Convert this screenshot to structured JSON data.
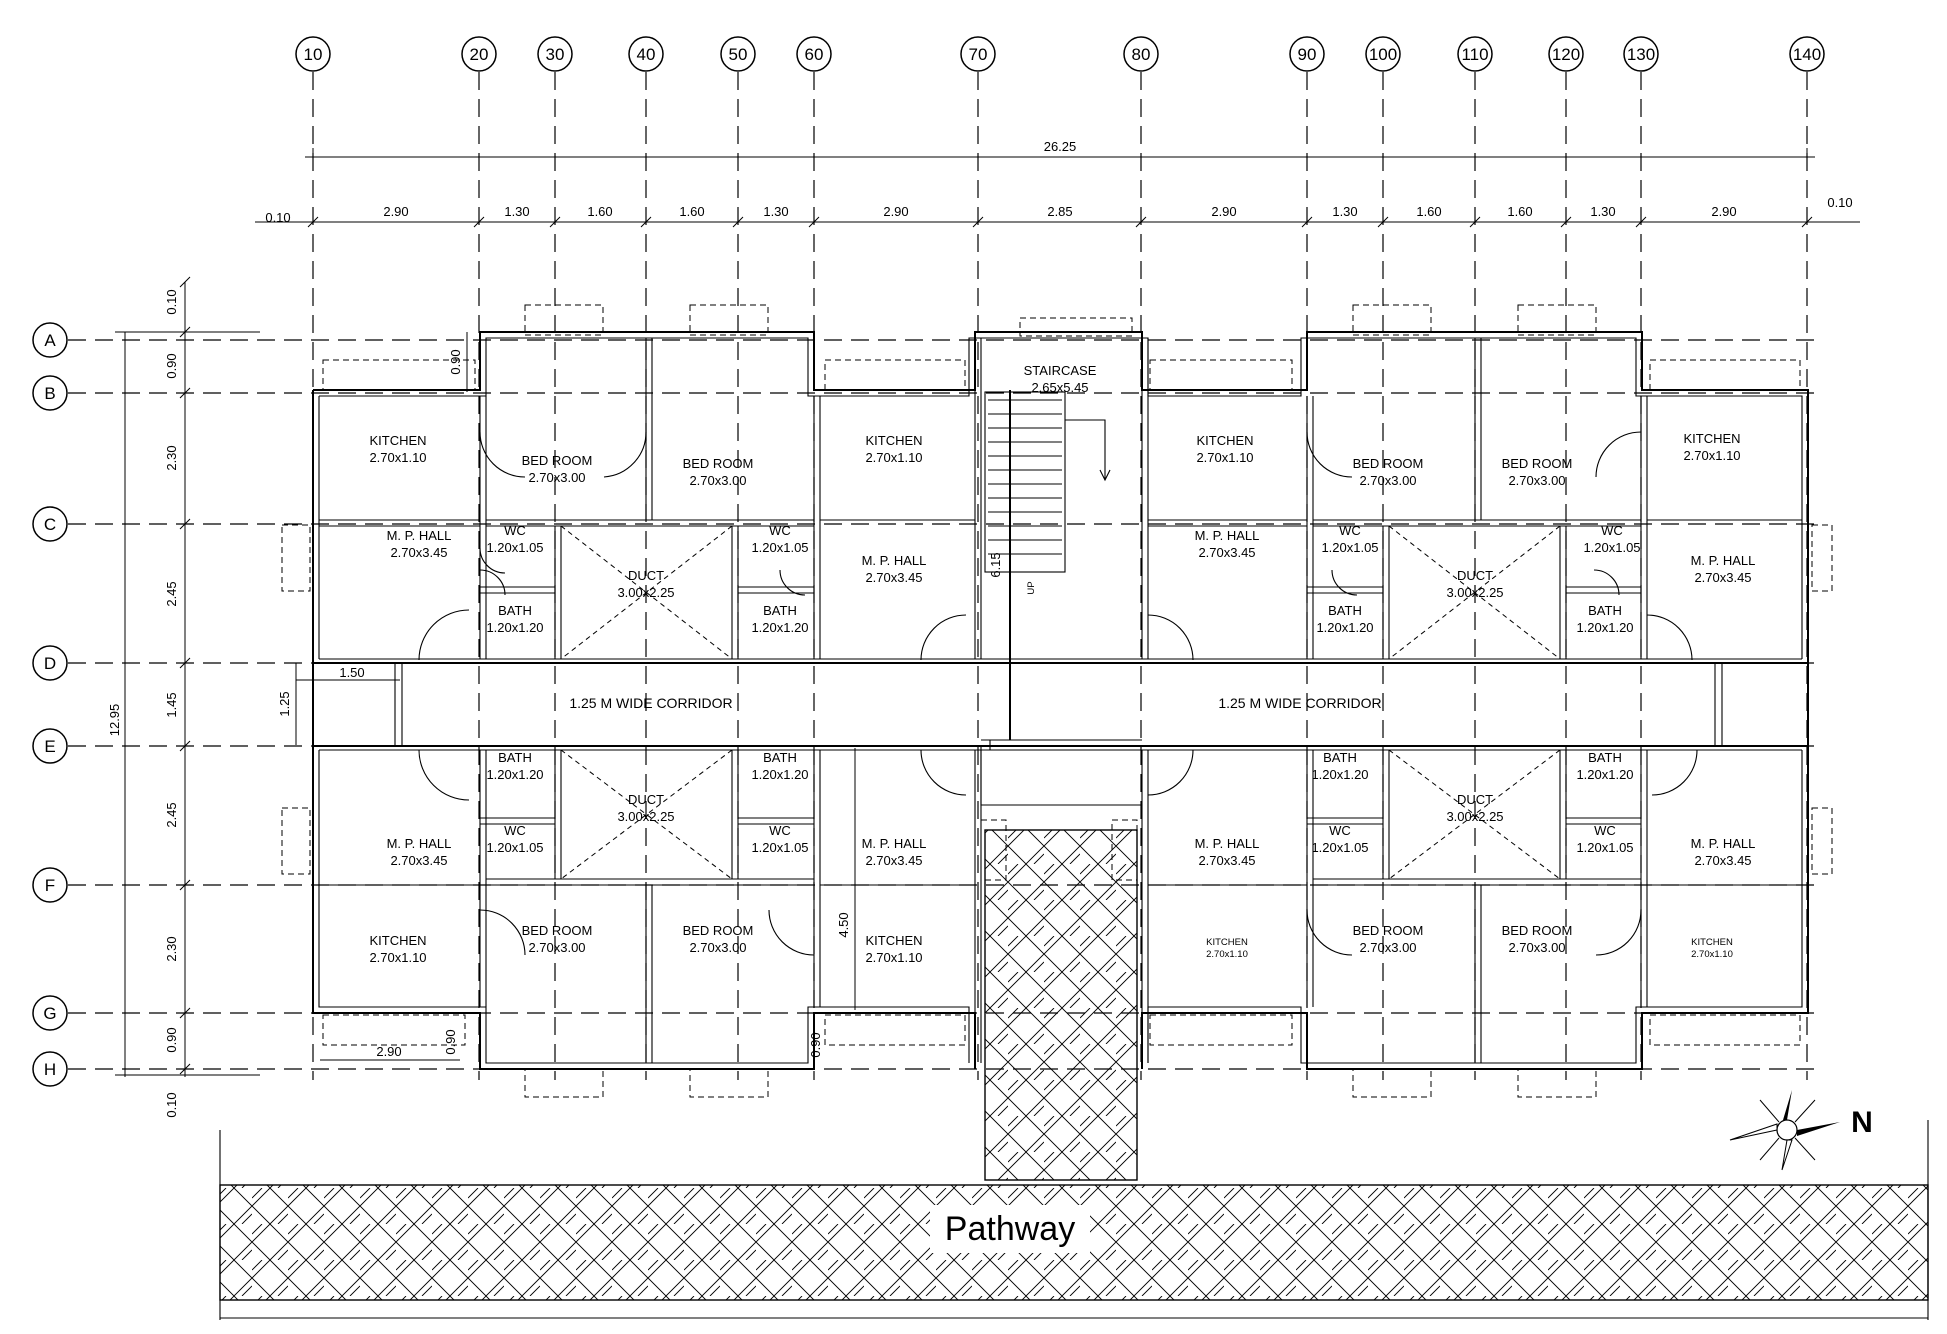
{
  "grid": {
    "columns": [
      "10",
      "20",
      "30",
      "40",
      "50",
      "60",
      "70",
      "80",
      "90",
      "100",
      "110",
      "120",
      "130",
      "140"
    ],
    "rows": [
      "A",
      "B",
      "C",
      "D",
      "E",
      "F",
      "G",
      "H"
    ]
  },
  "dimensions": {
    "overall_width": "26.25",
    "edge_left": "0.10",
    "edge_right": "0.10",
    "top_segments": [
      "2.90",
      "1.30",
      "1.60",
      "1.60",
      "1.30",
      "2.90",
      "2.85",
      "2.90",
      "1.30",
      "1.60",
      "1.60",
      "1.30",
      "2.90"
    ],
    "overall_height": "12.95",
    "left_segments": [
      "0.10",
      "0.90",
      "2.30",
      "2.45",
      "1.45",
      "2.45",
      "2.30",
      "0.90",
      "0.10"
    ],
    "misc": [
      "0.90",
      "1.50",
      "1.25",
      "2.90",
      "0.90",
      "0.90",
      "6.15",
      "4.50"
    ]
  },
  "rooms": [
    {
      "name": "KITCHEN",
      "size": "2.70x1.10"
    },
    {
      "name": "BED ROOM",
      "size": "2.70x3.00"
    },
    {
      "name": "BED ROOM",
      "size": "2.70x3.00"
    },
    {
      "name": "KITCHEN",
      "size": "2.70x1.10"
    },
    {
      "name": "STAIRCASE",
      "size": "2.65x5.45"
    },
    {
      "name": "KITCHEN",
      "size": "2.70x1.10"
    },
    {
      "name": "BED ROOM",
      "size": "2.70x3.00"
    },
    {
      "name": "BED ROOM",
      "size": "2.70x3.00"
    },
    {
      "name": "KITCHEN",
      "size": "2.70x1.10"
    },
    {
      "name": "M. P. HALL",
      "size": "2.70x3.45"
    },
    {
      "name": "WC",
      "size": "1.20x1.05"
    },
    {
      "name": "DUCT",
      "size": "3.00x2.25"
    },
    {
      "name": "WC",
      "size": "1.20x1.05"
    },
    {
      "name": "M. P. HALL",
      "size": "2.70x3.45"
    },
    {
      "name": "M. P. HALL",
      "size": "2.70x3.45"
    },
    {
      "name": "WC",
      "size": "1.20x1.05"
    },
    {
      "name": "DUCT",
      "size": "3.00x2.25"
    },
    {
      "name": "WC",
      "size": "1.20x1.05"
    },
    {
      "name": "M. P. HALL",
      "size": "2.70x3.45"
    },
    {
      "name": "BATH",
      "size": "1.20x1.20"
    },
    {
      "name": "BATH",
      "size": "1.20x1.20"
    },
    {
      "name": "BATH",
      "size": "1.20x1.20"
    },
    {
      "name": "BATH",
      "size": "1.20x1.20"
    },
    {
      "name": "BATH",
      "size": "1.20x1.20"
    },
    {
      "name": "BATH",
      "size": "1.20x1.20"
    },
    {
      "name": "BATH",
      "size": "1.20x1.20"
    },
    {
      "name": "BATH",
      "size": "1.20x1.20"
    },
    {
      "name": "DUCT",
      "size": "3.00x2.25"
    },
    {
      "name": "DUCT",
      "size": "3.00x2.25"
    },
    {
      "name": "M. P. HALL",
      "size": "2.70x3.45"
    },
    {
      "name": "WC",
      "size": "1.20x1.05"
    },
    {
      "name": "WC",
      "size": "1.20x1.05"
    },
    {
      "name": "M. P. HALL",
      "size": "2.70x3.45"
    },
    {
      "name": "M. P. HALL",
      "size": "2.70x3.45"
    },
    {
      "name": "WC",
      "size": "1.20x1.05"
    },
    {
      "name": "WC",
      "size": "1.20x1.05"
    },
    {
      "name": "M. P. HALL",
      "size": "2.70x3.45"
    },
    {
      "name": "KITCHEN",
      "size": "2.70x1.10"
    },
    {
      "name": "BED ROOM",
      "size": "2.70x3.00"
    },
    {
      "name": "BED ROOM",
      "size": "2.70x3.00"
    },
    {
      "name": "KITCHEN",
      "size": "2.70x1.10"
    },
    {
      "name": "KITCHEN",
      "size": "2.70x1.10"
    },
    {
      "name": "BED ROOM",
      "size": "2.70x3.00"
    },
    {
      "name": "BED ROOM",
      "size": "2.70x3.00"
    },
    {
      "name": "KITCHEN",
      "size": "2.70x1.10"
    }
  ],
  "corridors": [
    "1.25 M WIDE CORRIDOR",
    "1.25 M WIDE CORRIDOR"
  ],
  "stair_up": "UP",
  "pathway": "Pathway",
  "north": "N"
}
